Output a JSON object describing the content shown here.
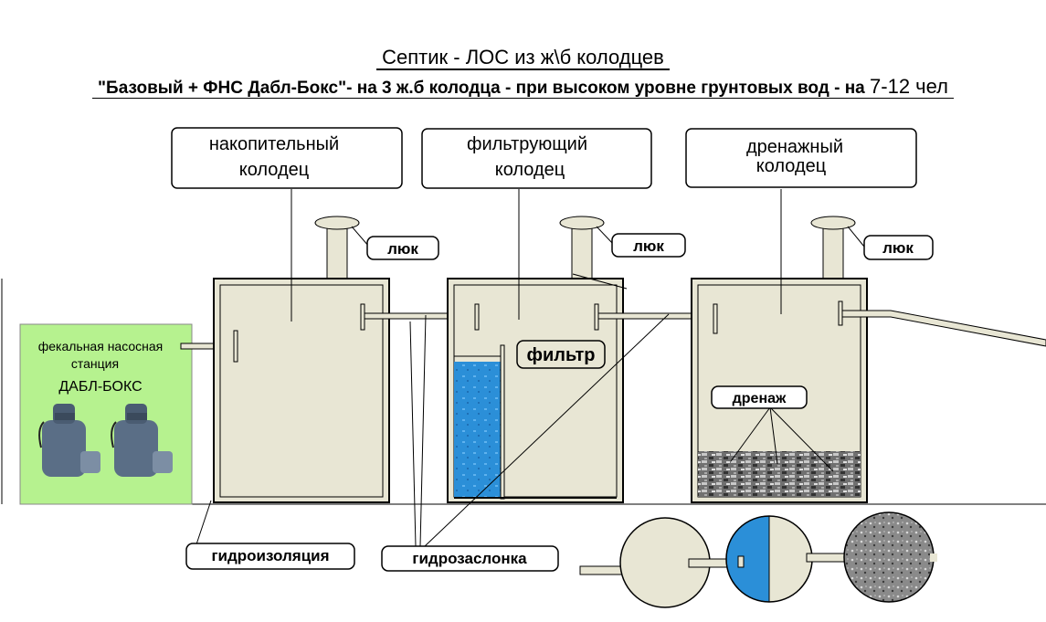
{
  "title": {
    "line1": "Септик - ЛОС из ж\\б колодцев",
    "line2_main": "\"Базовый + ФНС Дабл-Бокс\"- на 3 ж.б колодца - при высоком уровне грунтовых вод - на",
    "line2_tail": "7-12 чел"
  },
  "wells": [
    {
      "label_line1": "накопительный",
      "label_line2": "колодец",
      "hatch_label": "люк"
    },
    {
      "label_line1": "фильтрующий",
      "label_line2": "колодец",
      "hatch_label": "люк"
    },
    {
      "label_line1": "дренажный",
      "label_line2": "колодец",
      "hatch_label": "люк"
    }
  ],
  "pump_station": {
    "line1": "фекальная насосная",
    "line2": "станция",
    "line3": "ДАБЛ-БОКС",
    "background": "#b6f28f"
  },
  "filter_label": "фильтр",
  "drainage_label": "дренаж",
  "waterproofing_label": "гидроизоляция",
  "water_seal_label": "гидрозаслонка",
  "colors": {
    "well_fill": "#e8e6d4",
    "water": "#2b8fd8",
    "drain_gravel": "#6e6e6e",
    "pump_body": "#5a6e86"
  }
}
